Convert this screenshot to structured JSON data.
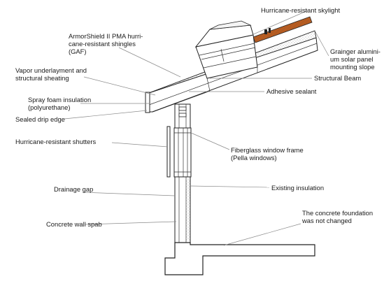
{
  "labels": {
    "skylight": "Hurricane-resistant skylight",
    "shingles": [
      "ArmorShield II PMA hurri-",
      "cane-resistant shingles",
      "(GAF)"
    ],
    "solar": [
      "Grainger alumini-",
      "um solar panel",
      "mounting slope"
    ],
    "vapor": [
      "Vapor underlayment and",
      "structural sheating"
    ],
    "beam": "Structural Beam",
    "sealant": "Adhesive sealant",
    "spray": [
      "Spray foam insulation",
      "(polyurethane)"
    ],
    "drip": "Sealed drip edge",
    "shutters": "Hurricane-resistant shutters",
    "window": [
      "Fiberglass window frame",
      "(Pella windows)"
    ],
    "drainage": "Drainage gap",
    "insulation": "Existing insulation",
    "wall": "Concrete wall spab",
    "foundation": [
      "The concrete foundation",
      "was not changed"
    ]
  }
}
